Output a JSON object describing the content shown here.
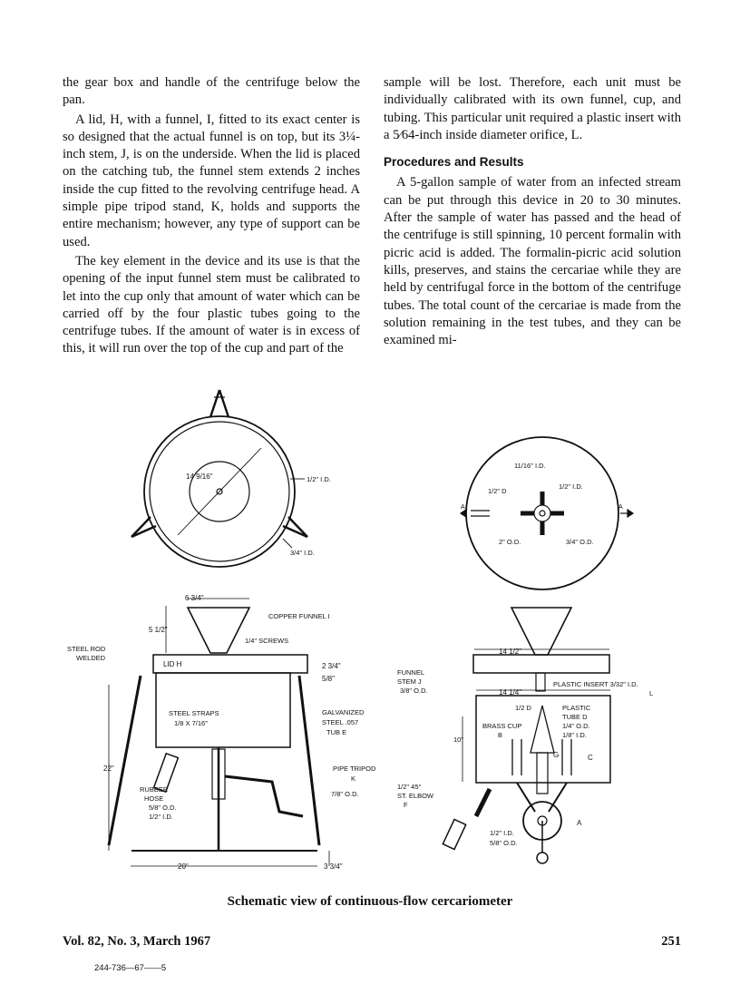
{
  "left_column": {
    "paragraphs": [
      "the gear box and handle of the centrifuge below the pan.",
      "A lid, H, with a funnel, I, fitted to its exact center is so designed that the actual funnel is on top, but its 3¼-inch stem, J, is on the underside. When the lid is placed on the catching tub, the funnel stem extends 2 inches inside the cup fitted to the revolving centrifuge head. A simple pipe tripod stand, K, holds and supports the entire mechanism; however, any type of support can be used.",
      "The key element in the device and its use is that the opening of the input funnel stem must be calibrated to let into the cup only that amount of water which can be carried off by the four plastic tubes going to the centrifuge tubes. If the amount of water is in excess of this, it will run over the top of the cup and part of the"
    ]
  },
  "right_column": {
    "paragraph_1": "sample will be lost. Therefore, each unit must be individually calibrated with its own funnel, cup, and tubing. This particular unit required a plastic insert with a 5⁄64-inch inside diameter orifice, L.",
    "heading": "Procedures and Results",
    "paragraph_2": "A 5-gallon sample of water from an infected stream can be put through this device in 20 to 30 minutes. After the sample of water has passed and the head of the centrifuge is still spinning, 10 percent formalin with picric acid is added. The formalin-picric acid solution kills, preserves, and stains the cercariae while they are held by centrifugal force in the bottom of the centrifuge tubes. The total count of the cercariae is made from the solution remaining in the test tubes, and they can be examined mi-"
  },
  "figure": {
    "top_left": {
      "diameter": "14 9/16\"",
      "pipe_top": "1/2\" I.D.",
      "pipe_bottom": "3/4\" I.D."
    },
    "top_right": {
      "d1": "11/16\" I.D.",
      "d2": "1/2\" I.D.",
      "d3": "1/2\" D",
      "d4": "2\" O.D.",
      "d5": "3/4\" O.D.",
      "section_mark": "A"
    },
    "side_left": {
      "funnel_width": "6 3/4\"",
      "funnel_height": "5 1/2\"",
      "copper_funnel": "COPPER FUNNEL I",
      "screws": "1/4\" SCREWS",
      "steel_rod": "STEEL ROD",
      "welded": "WELDED",
      "lid": "LID H",
      "lid_height": "2 3/4\"",
      "lid_thickness": "5/8\"",
      "height": "22\"",
      "galvanized": "GALVANIZED",
      "steel": "STEEL .057",
      "tub": "TUB E",
      "straps": "STEEL STRAPS",
      "straps_size": "1/8 X 7/16\"",
      "rubber": "RUBBER",
      "hose": "HOSE",
      "hose_od": "5/8\" O.D.",
      "hose_id": "1/2\" I.D.",
      "pipe_tripod": "PIPE TRIPOD",
      "k": "K",
      "tripod_od": "7/8\" O.D.",
      "base_width": "20\"",
      "leg_height": "3 3/4\""
    },
    "side_right": {
      "lid_width": "14 1/2\"",
      "funnel": "FUNNEL",
      "stem_j": "STEM  J",
      "stem_od": "3/8\" O.D.",
      "insert": "PLASTIC INSERT 3/32\" I.D.",
      "l": "L",
      "tub_width": "14 1/4\"",
      "d": "1/2 D",
      "plastic": "PLASTIC",
      "tube_d": "TUBE D",
      "tube_od": "1/4\" O.D.",
      "tube_id": "1/8\" I.D.",
      "brass_cup": "BRASS CUP",
      "b": "B",
      "g": "G",
      "c": "C",
      "height": "10\"",
      "elbow_size": "1/2\" 45°",
      "elbow": "ST. ELBOW",
      "f": "F",
      "pipe_id": "1/2\" I.D.",
      "pipe_od": "5/8\" O.D.",
      "a": "A"
    }
  },
  "caption": "Schematic view of continuous-flow cercariometer",
  "footer": {
    "issue": "Vol. 82, No. 3, March 1967",
    "page": "251",
    "print_code": "244-736—67——5"
  }
}
